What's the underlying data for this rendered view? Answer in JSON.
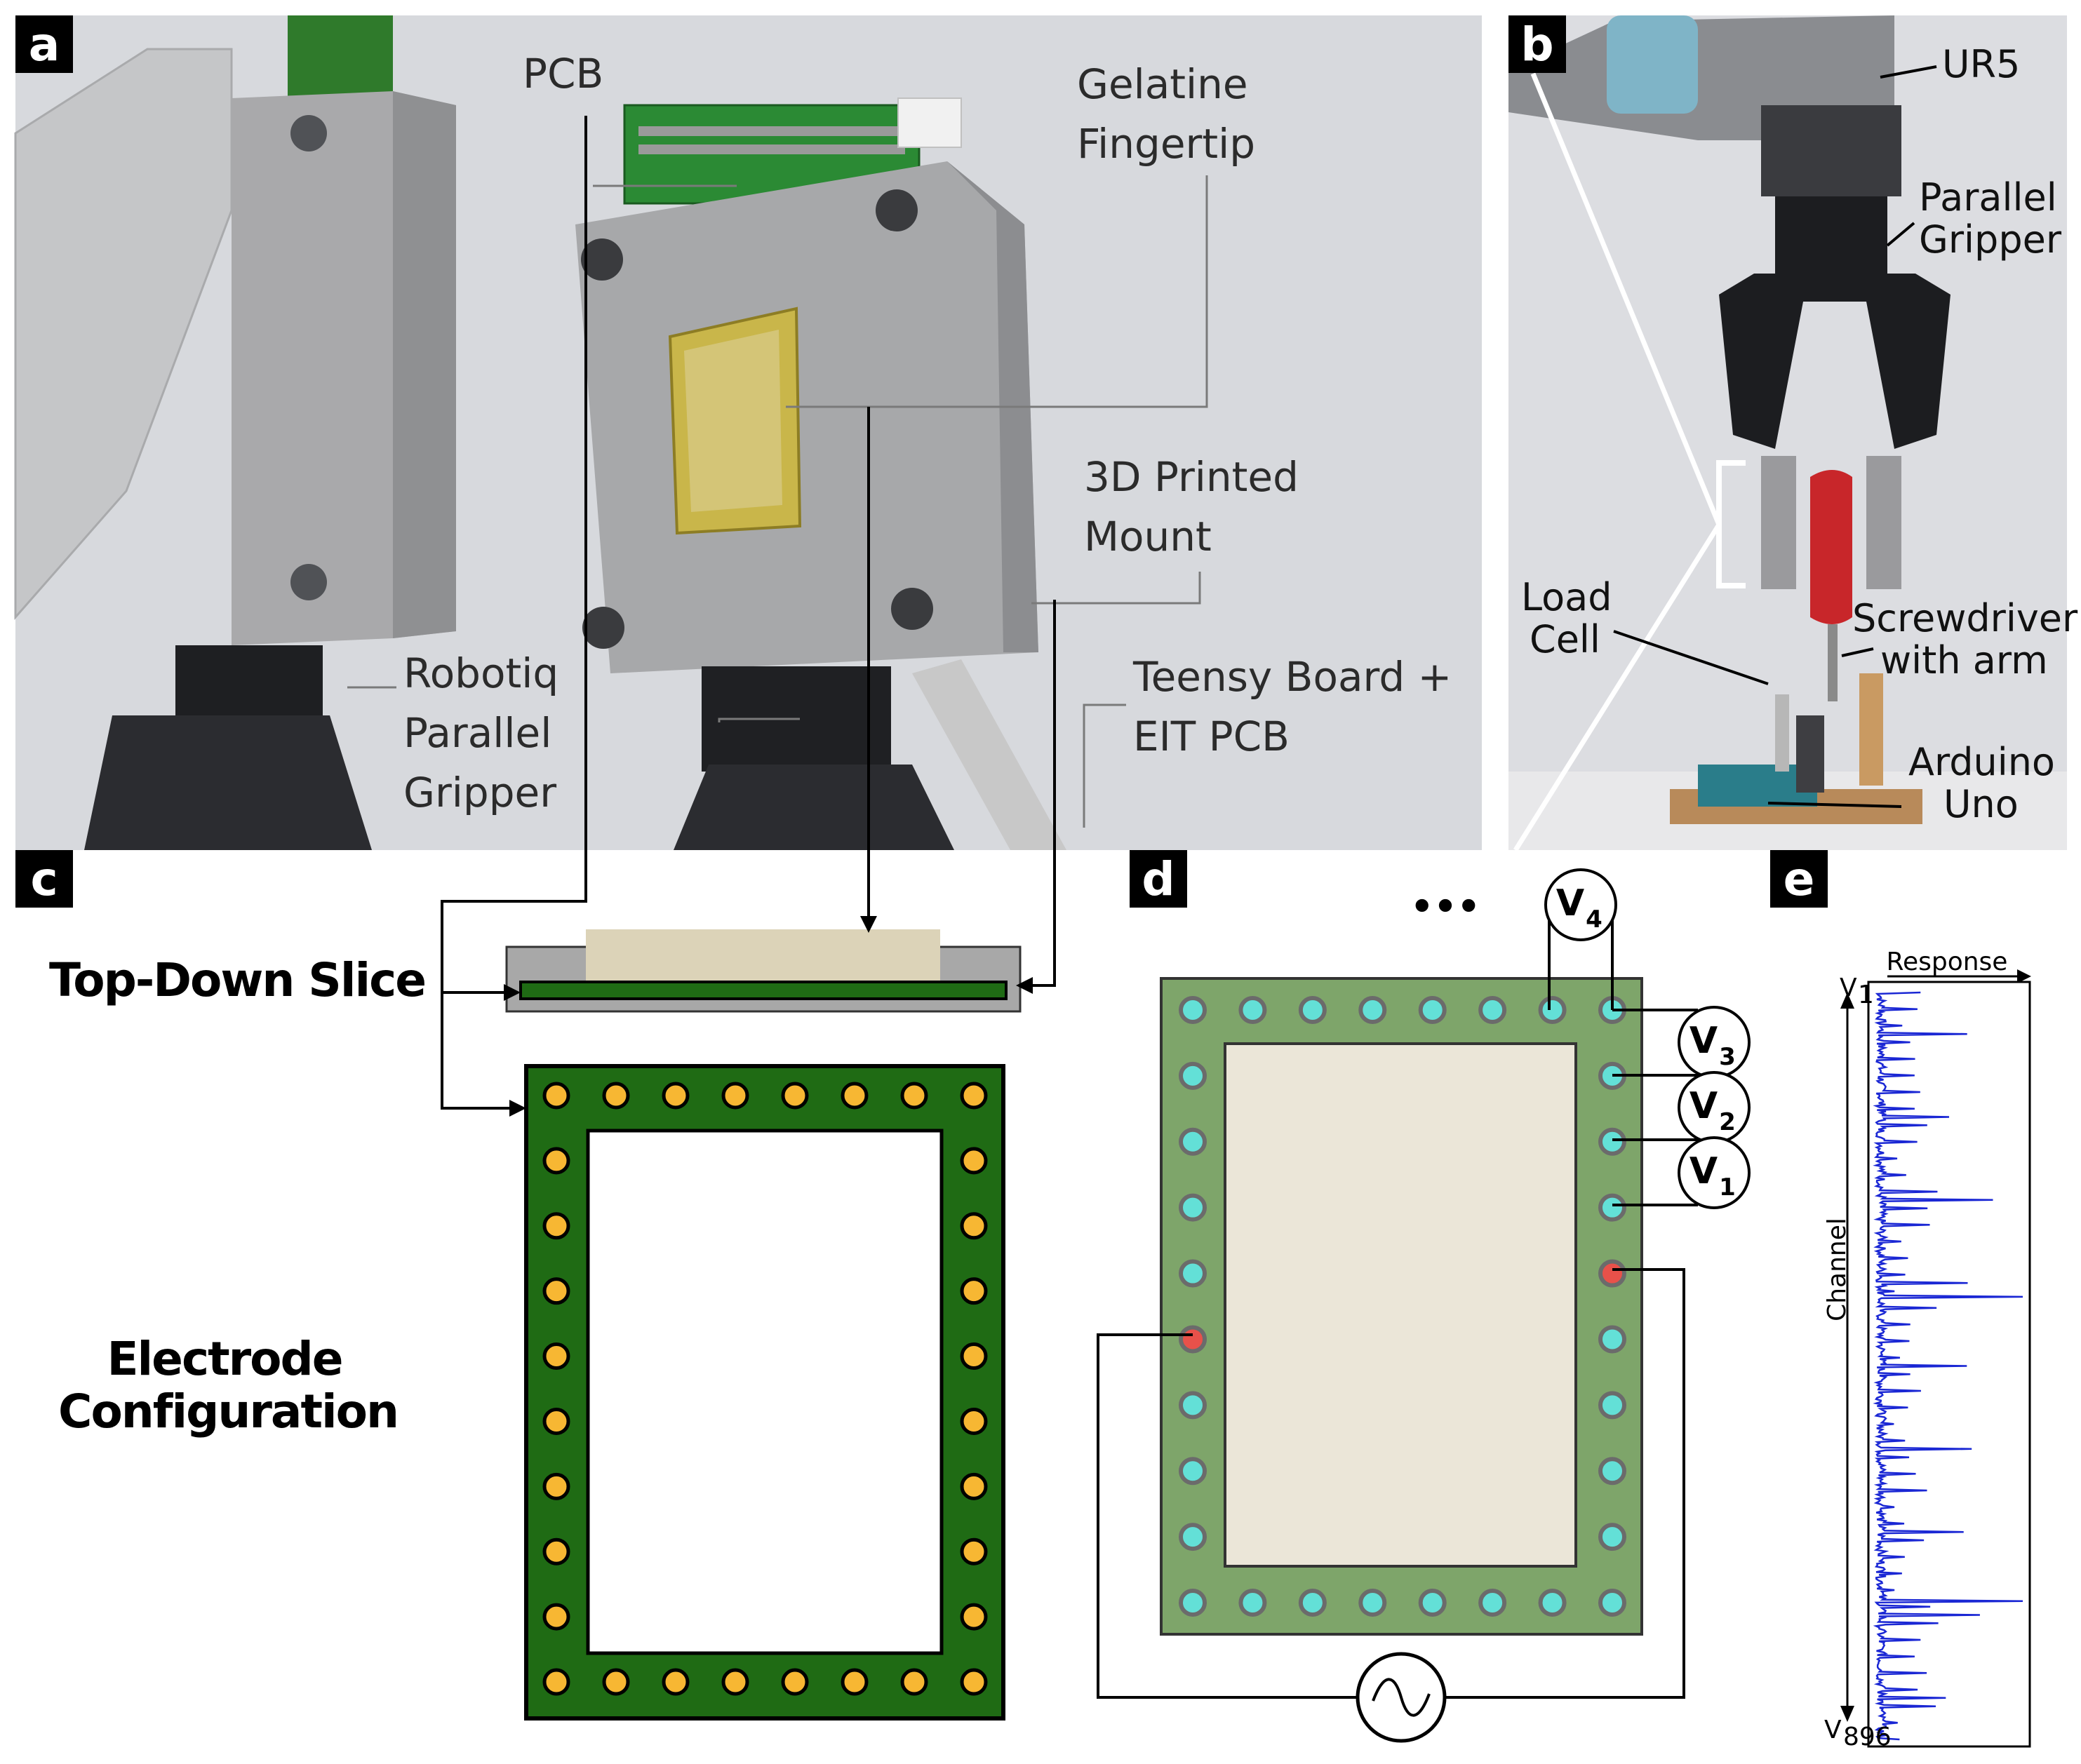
{
  "panels": {
    "a": {
      "tag": "a",
      "callouts": {
        "pcb": "PCB",
        "gelatine_l1": "Gelatine",
        "gelatine_l2": "Fingertip",
        "mount_l1": "3D Printed",
        "mount_l2": "Mount",
        "gripper_l1": "Robotiq",
        "gripper_l2": "Parallel",
        "gripper_l3": "Gripper",
        "teensy_l1": "Teensy Board +",
        "teensy_l2": "EIT PCB"
      }
    },
    "b": {
      "tag": "b",
      "callouts": {
        "ur5": "UR5",
        "gripper_l1": "Parallel",
        "gripper_l2": "Gripper",
        "load_l1": "Load",
        "load_l2": "Cell",
        "screw_l1": "Screwdriver",
        "screw_l2": "with arm",
        "arduino_l1": "Arduino",
        "arduino_l2": "Uno"
      }
    },
    "c": {
      "tag": "c",
      "slice_label": "Top-Down Slice",
      "electrode_l1": "Electrode",
      "electrode_l2": "Configuration"
    },
    "d": {
      "tag": "d",
      "ellipsis": "•••",
      "voltmeters": [
        {
          "v": "V",
          "sub": "4"
        },
        {
          "v": "V",
          "sub": "3"
        },
        {
          "v": "V",
          "sub": "2"
        },
        {
          "v": "V",
          "sub": "1"
        }
      ]
    },
    "e": {
      "tag": "e",
      "x_label": "Response",
      "y_label": "Channel",
      "top_v": "V",
      "top_sub": "1",
      "bottom_v": "V",
      "bottom_sub": "896"
    }
  },
  "colors": {
    "pcb_green": "#1f6b14",
    "electrode_orange": "#f7b733",
    "board_olive": "#7ea56a",
    "board_inner": "#ebe6d8",
    "electrode_cyan": "#63e0d7",
    "electrode_red": "#e8514a",
    "gelatine": "#dcd3b8",
    "mount_grey": "#a8a8a8",
    "signal_blue": "#1a27d4",
    "photo_bg": "#d6d8dc"
  }
}
